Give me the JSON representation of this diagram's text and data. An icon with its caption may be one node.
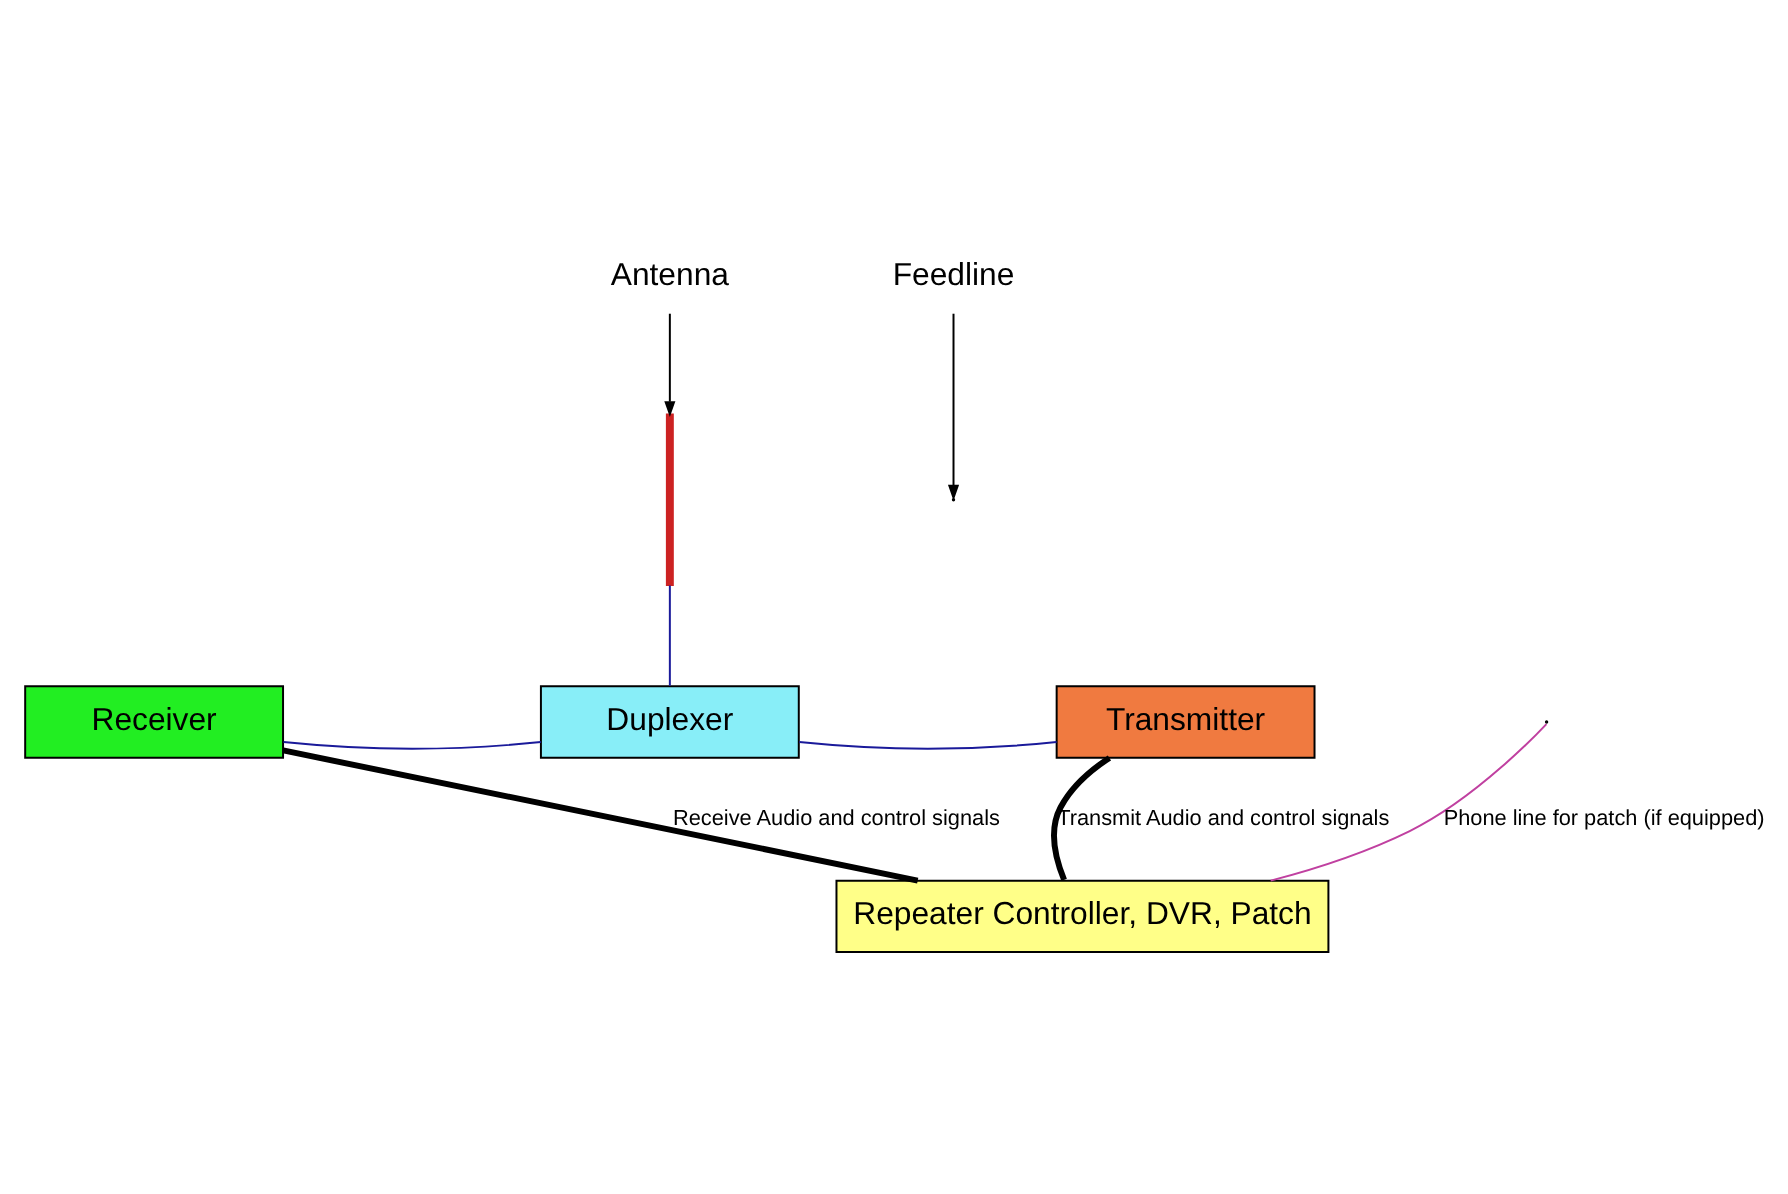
{
  "diagram": {
    "nodes": [
      {
        "text": [
          "Antenna"
        ]
      },
      {
        "text": [],
        "shape": "bar"
      },
      {
        "text": [
          "Feedline"
        ]
      },
      {
        "text": [
          "Receiver"
        ]
      },
      {
        "text": [
          "Duplexer"
        ]
      },
      {
        "text": [
          "Transmitter"
        ]
      },
      {
        "text": [
          "Repeater Controller, DVR, Patch"
        ]
      }
    ],
    "edges": [
      {
        "from": 0,
        "to": 1,
        "arrow": "to"
      },
      {
        "from": 2,
        "to": null,
        "arrow": "to"
      },
      {
        "from": 1,
        "to": 4,
        "arrow": "none",
        "color": "#1a1a9a"
      },
      {
        "from": 4,
        "to": 3,
        "arrow": "none",
        "color": "#1a1a9a"
      },
      {
        "from": 4,
        "to": 5,
        "arrow": "none",
        "color": "#1a1a9a"
      },
      {
        "from": 3,
        "to": 6,
        "arrow": "none",
        "style": "thick",
        "label": "Receive Audio and control signals"
      },
      {
        "from": 5,
        "to": 6,
        "arrow": "none",
        "style": "thick",
        "label": "Transmit Audio and control signals"
      },
      {
        "from": null,
        "to": 6,
        "arrow": "none",
        "color": "#c040a0",
        "label": "Phone line for patch (if equipped)"
      }
    ]
  }
}
